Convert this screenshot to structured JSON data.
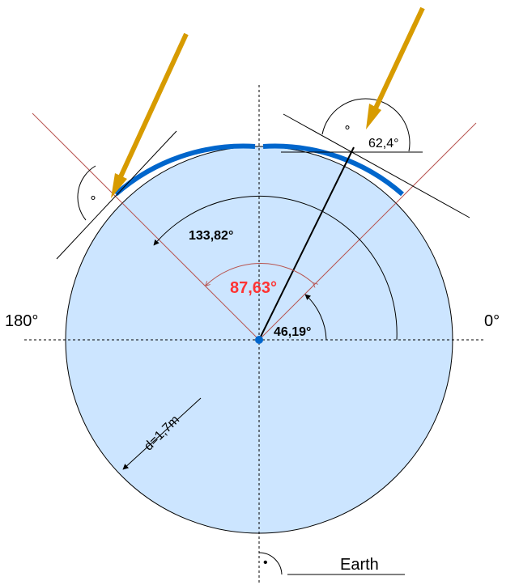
{
  "labels": {
    "angle_right": "0°",
    "angle_left": "180°",
    "angle_133": "133,82°",
    "angle_87": "87,63°",
    "angle_46": "46,19°",
    "angle_62": "62,4°",
    "diameter": "d=1,7m",
    "earth": "Earth",
    "right_angle_mark": "∘",
    "dot_mark": "•"
  },
  "colors": {
    "disk_fill": "#cce5ff",
    "arc_blue": "#0066cc",
    "sun_arrow": "#d79b00",
    "ray_red": "#b85450",
    "highlight_red": "#ff3333"
  }
}
